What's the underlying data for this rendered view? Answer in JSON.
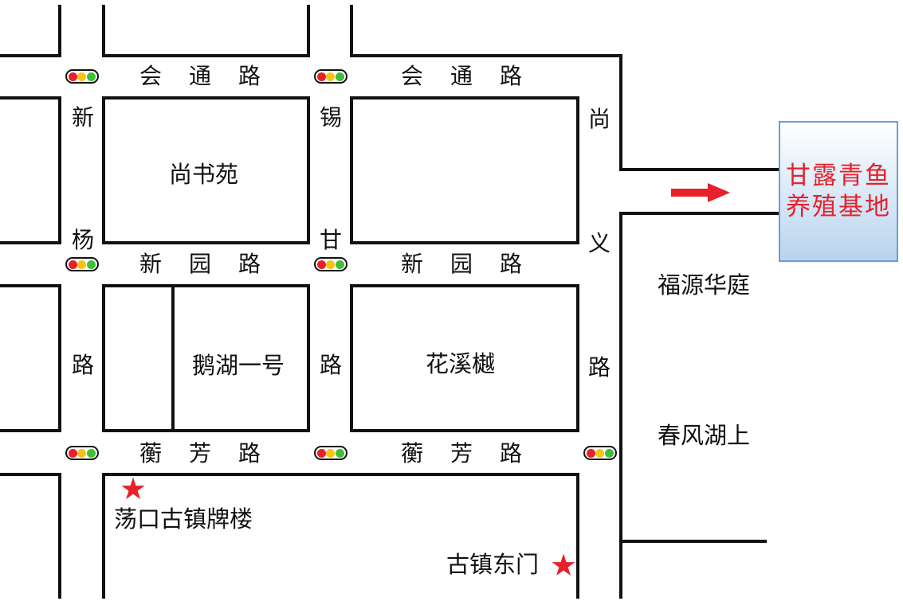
{
  "roads": {
    "huitong_left": "会通路",
    "huitong_right": "会通路",
    "xinyuan_left": "新园路",
    "xinyuan_right": "新园路",
    "hengfang_left": "蘅芳路",
    "hengfang_right": "蘅芳路",
    "xinyang": [
      "新",
      "杨",
      "路"
    ],
    "xigan": [
      "锡",
      "甘",
      "路"
    ],
    "shangyi": [
      "尚",
      "义",
      "路"
    ]
  },
  "places": {
    "shangshuyuan": "尚书苑",
    "ehu_yihao": "鹅湖一号",
    "huaxi": "花溪樾",
    "fuyuan": "福源华庭",
    "chunfeng": "春风湖上",
    "paifang": "荡口古镇牌楼",
    "dongmen": "古镇东门"
  },
  "destination": {
    "line1": "甘露青鱼",
    "line2": "养殖基地"
  },
  "icons": {
    "traffic_light": "traffic-light-icon",
    "star": "star-icon",
    "arrow": "arrow-right-icon"
  },
  "colors": {
    "road": "#111111",
    "accent_red": "#e8202a",
    "dest_border": "#6b9fcf",
    "dest_fill": "#b9d4ef"
  }
}
